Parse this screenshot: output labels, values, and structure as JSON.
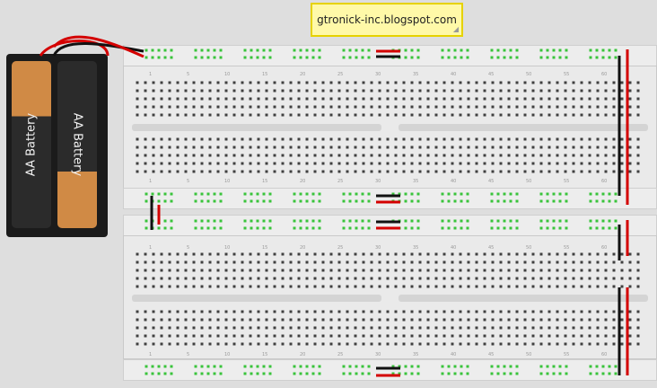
{
  "note": {
    "text": "gtronick-inc.blogspot.com"
  },
  "battery": {
    "cell_labels": [
      "AA Battery",
      "AA Battery"
    ]
  },
  "colors": {
    "hole_green": "#39c43b",
    "hole_dark": "#404040",
    "wire_red": "#d40000",
    "wire_black": "#111111",
    "battery_copper": "#d08a45"
  },
  "breadboard_top": {
    "column_numbers": [
      "1",
      "5",
      "10",
      "15",
      "20",
      "25",
      "30",
      "35",
      "40",
      "45",
      "50",
      "55",
      "60"
    ]
  },
  "breadboard_bottom": {
    "column_numbers": [
      "1",
      "5",
      "10",
      "15",
      "20",
      "25",
      "30",
      "35",
      "40",
      "45",
      "50",
      "55",
      "60"
    ]
  }
}
